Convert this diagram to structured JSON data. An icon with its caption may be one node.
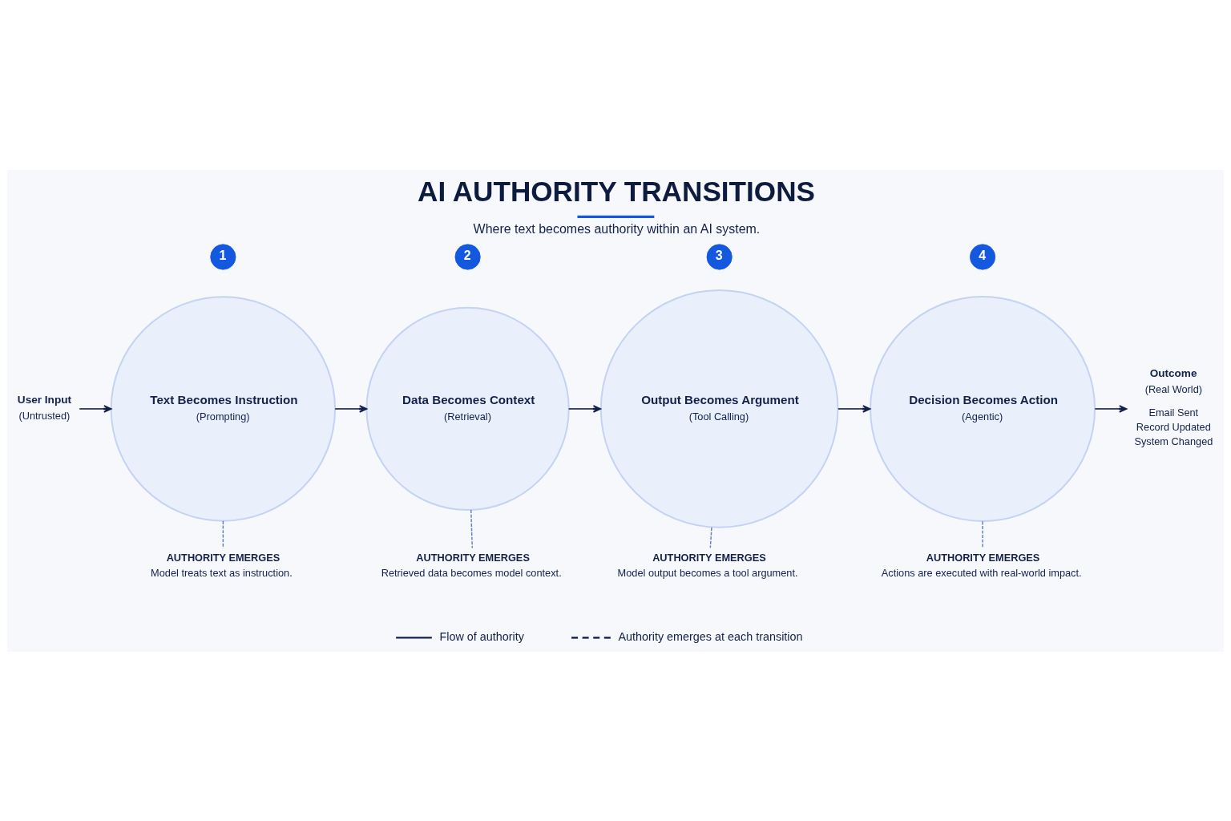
{
  "diagram": {
    "title": "AI AUTHORITY TRANSITIONS",
    "caption": "Where text becomes authority within an AI system.",
    "nodes": [
      {
        "text": [
          "User Input",
          "(Untrusted)"
        ]
      },
      {
        "text": [
          "1"
        ]
      },
      {
        "text": [
          "Text Becomes Instruction",
          "(Prompting)"
        ]
      },
      {
        "text": [
          "AUTHORITY EMERGES",
          "Model treats text as instruction."
        ]
      },
      {
        "text": [
          "2"
        ]
      },
      {
        "text": [
          "Data Becomes Context",
          "(Retrieval)"
        ]
      },
      {
        "text": [
          "AUTHORITY EMERGES",
          "Retrieved data becomes model context."
        ]
      },
      {
        "text": [
          "3"
        ]
      },
      {
        "text": [
          "Output Becomes Argument",
          "(Tool Calling)"
        ]
      },
      {
        "text": [
          "AUTHORITY EMERGES",
          "Model output becomes a tool argument."
        ]
      },
      {
        "text": [
          "4"
        ]
      },
      {
        "text": [
          "Decision Becomes Action",
          "(Agentic)"
        ]
      },
      {
        "text": [
          "AUTHORITY EMERGES",
          "Actions are executed with real-world impact."
        ]
      },
      {
        "text": [
          "Outcome",
          "(Real World)"
        ],
        "beside": [
          "Email Sent",
          "Record Updated",
          "System Changed"
        ]
      }
    ],
    "edges": [
      {
        "from": 0,
        "to": 2,
        "arrow": "to"
      },
      {
        "from": 2,
        "to": 5,
        "arrow": "to"
      },
      {
        "from": 5,
        "to": 8,
        "arrow": "to"
      },
      {
        "from": 8,
        "to": 11,
        "arrow": "to"
      },
      {
        "from": 11,
        "to": 13,
        "arrow": "to"
      },
      {
        "from": 2,
        "to": 3,
        "arrow": "none",
        "style": "dashed",
        "color": "#5f7fbf"
      },
      {
        "from": 5,
        "to": 6,
        "arrow": "none",
        "style": "dashed",
        "color": "#5f7fbf"
      },
      {
        "from": 8,
        "to": 9,
        "arrow": "none",
        "style": "dashed",
        "color": "#5f7fbf"
      },
      {
        "from": 11,
        "to": 12,
        "arrow": "none",
        "style": "dashed",
        "color": "#5f7fbf"
      }
    ],
    "legend": [
      {
        "text": "Flow of authority"
      },
      {
        "text": "Authority emerges at each transition"
      }
    ]
  }
}
